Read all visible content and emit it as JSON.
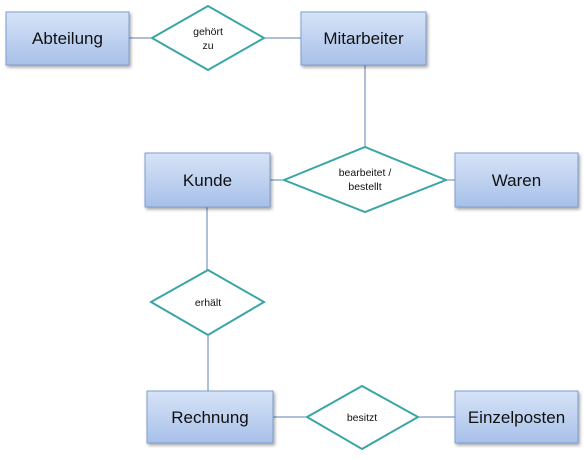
{
  "colors": {
    "entity_fill_top": "#d6e3f7",
    "entity_fill_bottom": "#a7c0e8",
    "entity_stroke": "#7f9fcf",
    "relationship_stroke": "#3aa5a5",
    "line": "#5b7fb5"
  },
  "entities": {
    "abteilung": "Abteilung",
    "mitarbeiter": "Mitarbeiter",
    "kunde": "Kunde",
    "waren": "Waren",
    "rechnung": "Rechnung",
    "einzelposten": "Einzelposten"
  },
  "relationships": {
    "gehoert_zu": [
      "gehört",
      "zu"
    ],
    "bearbeitet_bestellt": [
      "bearbeitet /",
      "bestellt"
    ],
    "erhaelt": [
      "erhält"
    ],
    "besitzt": [
      "besitzt"
    ]
  }
}
